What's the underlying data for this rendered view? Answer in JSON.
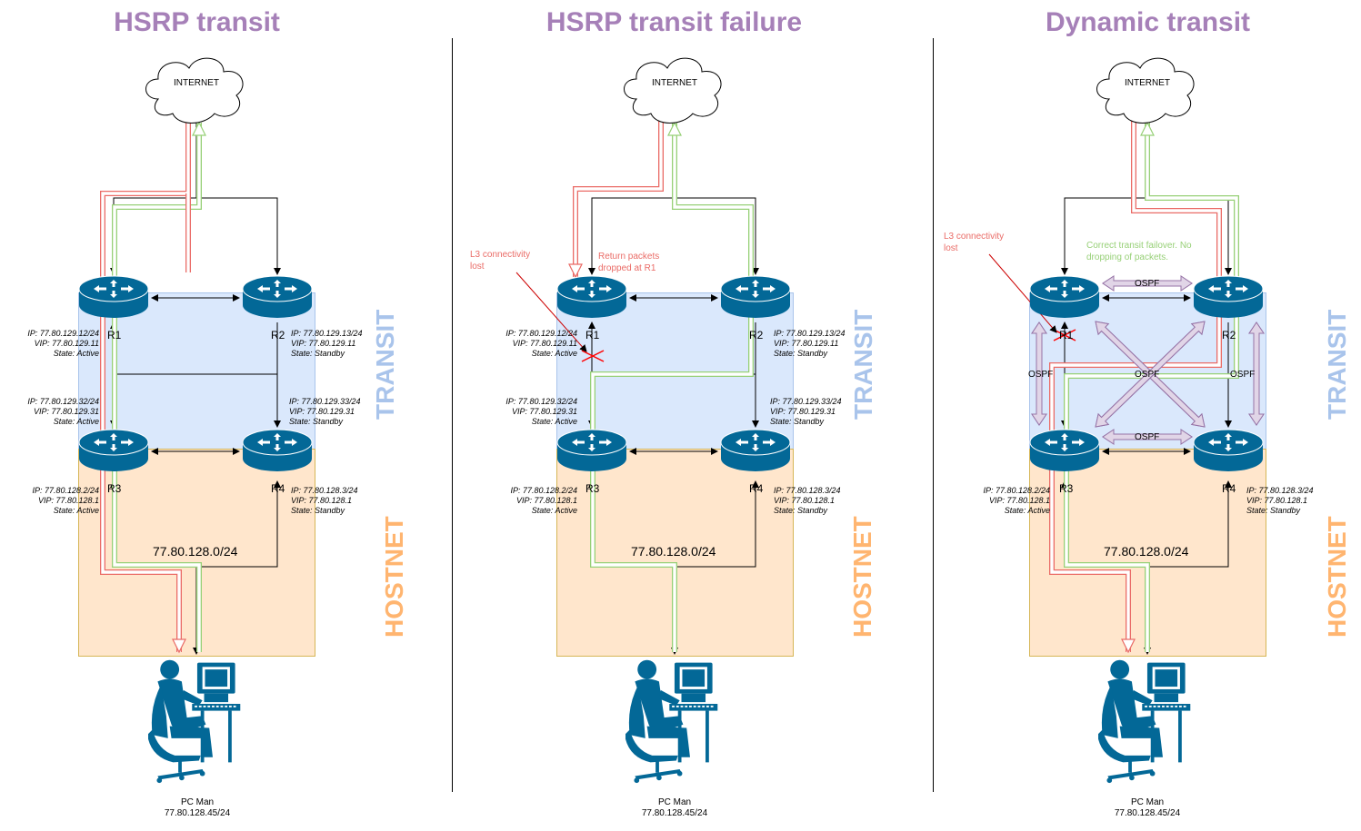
{
  "panels": [
    {
      "title": "HSRP transit",
      "internet": "INTERNET",
      "transit_label": "TRANSIT",
      "hostnet_label": "HOSTNET",
      "subnet": "77.80.128.0/24",
      "pc": {
        "name": "PC Man",
        "ip": "77.80.128.45/24"
      },
      "routers": [
        {
          "name": "R1",
          "info": [
            "IP: 77.80.129.12/24",
            "VIP: 77.80.129.11",
            "State: Active"
          ]
        },
        {
          "name": "R2",
          "info": [
            "IP: 77.80.129.13/24",
            "VIP: 77.80.129.11",
            "State: Standby"
          ]
        },
        {
          "name": "R3",
          "info_top": [
            "IP: 77.80.129.32/24",
            "VIP: 77.80.129.31",
            "State: Active"
          ],
          "info": [
            "IP: 77.80.128.2/24",
            "VIP: 77.80.128.1",
            "State: Active"
          ]
        },
        {
          "name": "R4",
          "info_top": [
            "IP: 77.80.129.33/24",
            "VIP: 77.80.129.31",
            "State: Standby"
          ],
          "info": [
            "IP: 77.80.128.3/24",
            "VIP: 77.80.128.1",
            "State: Standby"
          ]
        }
      ]
    },
    {
      "title": "HSRP transit failure",
      "internet": "INTERNET",
      "transit_label": "TRANSIT",
      "hostnet_label": "HOSTNET",
      "subnet": "77.80.128.0/24",
      "pc": {
        "name": "PC Man",
        "ip": "77.80.128.45/24"
      },
      "notes": {
        "l3": "L3 connectivity lost",
        "return": "Return packets dropped at R1"
      },
      "routers": [
        {
          "name": "R1",
          "info": [
            "IP: 77.80.129.12/24",
            "VIP: 77.80.129.11",
            "State: Active"
          ]
        },
        {
          "name": "R2",
          "info": [
            "IP: 77.80.129.13/24",
            "VIP: 77.80.129.11",
            "State: Standby"
          ]
        },
        {
          "name": "R3",
          "info_top": [
            "IP: 77.80.129.32/24",
            "VIP: 77.80.129.31",
            "State: Active"
          ],
          "info": [
            "IP: 77.80.128.2/24",
            "VIP: 77.80.128.1",
            "State: Active"
          ]
        },
        {
          "name": "R4",
          "info_top": [
            "IP: 77.80.129.33/24",
            "VIP: 77.80.129.31",
            "State: Standby"
          ],
          "info": [
            "IP: 77.80.128.3/24",
            "VIP: 77.80.128.1",
            "State: Standby"
          ]
        }
      ]
    },
    {
      "title": "Dynamic transit",
      "internet": "INTERNET",
      "transit_label": "TRANSIT",
      "hostnet_label": "HOSTNET",
      "subnet": "77.80.128.0/24",
      "pc": {
        "name": "PC Man",
        "ip": "77.80.128.45/24"
      },
      "notes": {
        "l3": "L3 connectivity lost",
        "failover": "Correct transit failover. No dropping of packets."
      },
      "ospf": "OSPF",
      "routers": [
        {
          "name": "R1"
        },
        {
          "name": "R2"
        },
        {
          "name": "R3",
          "info": [
            "IP: 77.80.128.2/24",
            "VIP: 77.80.128.1",
            "State: Active"
          ]
        },
        {
          "name": "R4",
          "info": [
            "IP: 77.80.128.3/24",
            "VIP: 77.80.128.1",
            "State: Standby"
          ]
        }
      ]
    }
  ],
  "colors": {
    "title": "#a680b8",
    "transit_fill": "#dae8fc",
    "hostnet_fill": "#ffe6cc",
    "router": "#036897",
    "red_path": "#ea6b66",
    "green_path": "#97d077",
    "ospf_arrow": "#e1d5e7"
  },
  "icons": [
    "cloud-icon",
    "router-icon",
    "pc-user-icon",
    "cross-icon"
  ]
}
